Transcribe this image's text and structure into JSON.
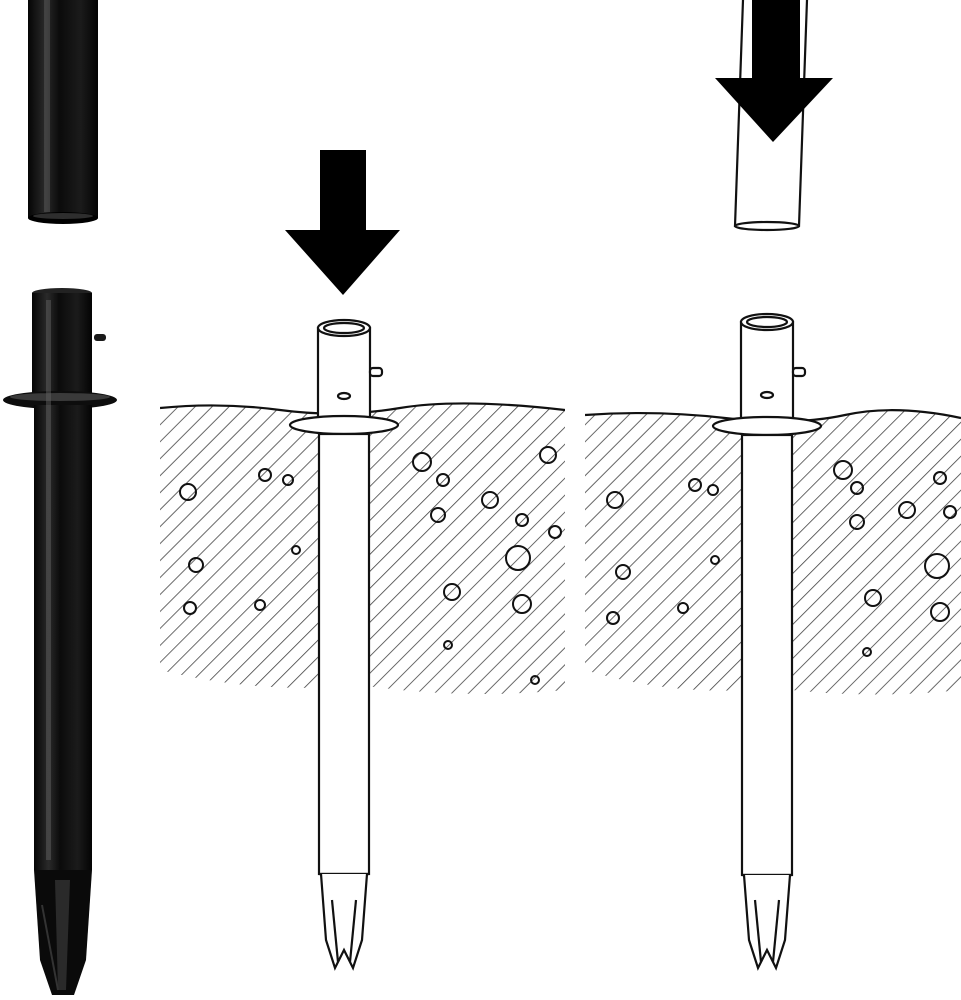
{
  "figure": {
    "panels": [
      {
        "id": "photo",
        "subject": "ground-anchor-sleeve-and-pole-photo"
      },
      {
        "id": "step-1",
        "subject": "drive-sleeve-into-ground"
      },
      {
        "id": "step-2",
        "subject": "insert-pole-into-sleeve"
      }
    ]
  },
  "colors": {
    "background": "#ffffff",
    "metal_black": "#111111",
    "metal_highlight": "#6a6a6a",
    "line": "#111111",
    "arrow": "#000000",
    "soil_hatch": "#222222"
  },
  "icons": {
    "arrow": "down-arrow-icon",
    "sleeve": "ground-sleeve-icon",
    "pole": "pole-icon"
  }
}
